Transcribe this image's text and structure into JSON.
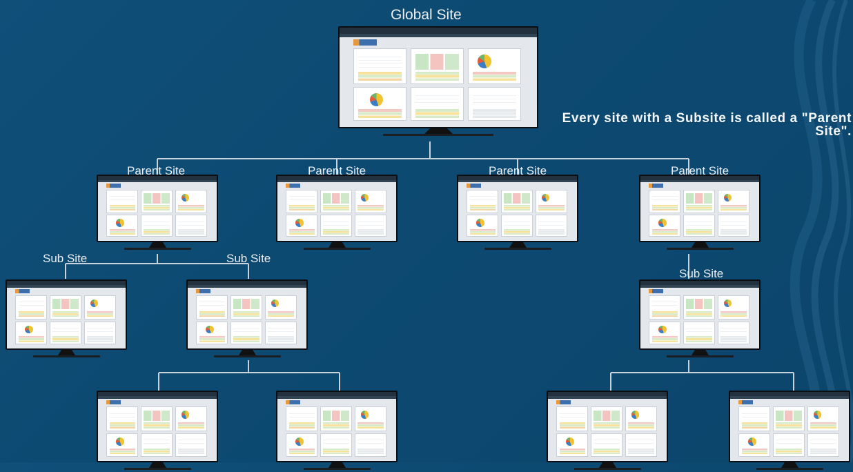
{
  "header_text": "",
  "labels": {
    "global": "Global Site",
    "parent": "Parent Site",
    "sub": "Sub Site"
  },
  "note": "Every site with a Subsite is called a \"Parent Site\".",
  "colors": {
    "background": "#0d4a72",
    "connector": "#c9d3dc",
    "text": "#e9eef3"
  }
}
